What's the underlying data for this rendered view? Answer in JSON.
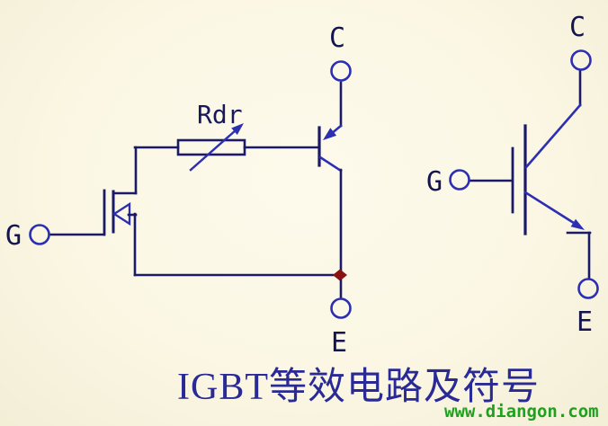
{
  "canvas": {
    "background": "#fbf7e4",
    "wire_color": "#1a1a68",
    "accent_color": "#2d2fb2",
    "junction_color": "#8a1212"
  },
  "title": {
    "text": "IGBT等效电路及符号",
    "color": "#2a2a96"
  },
  "watermark": {
    "text": "www.diangon.com",
    "color": "#1fa01f"
  },
  "equivalent_circuit": {
    "name": "IGBT equivalent circuit",
    "resistor_label": "Rdr",
    "gate_label": "G",
    "collector_label": "C",
    "emitter_label": "E"
  },
  "igbt_symbol": {
    "name": "IGBT symbol",
    "gate_label": "G",
    "collector_label": "C",
    "emitter_label": "E"
  }
}
